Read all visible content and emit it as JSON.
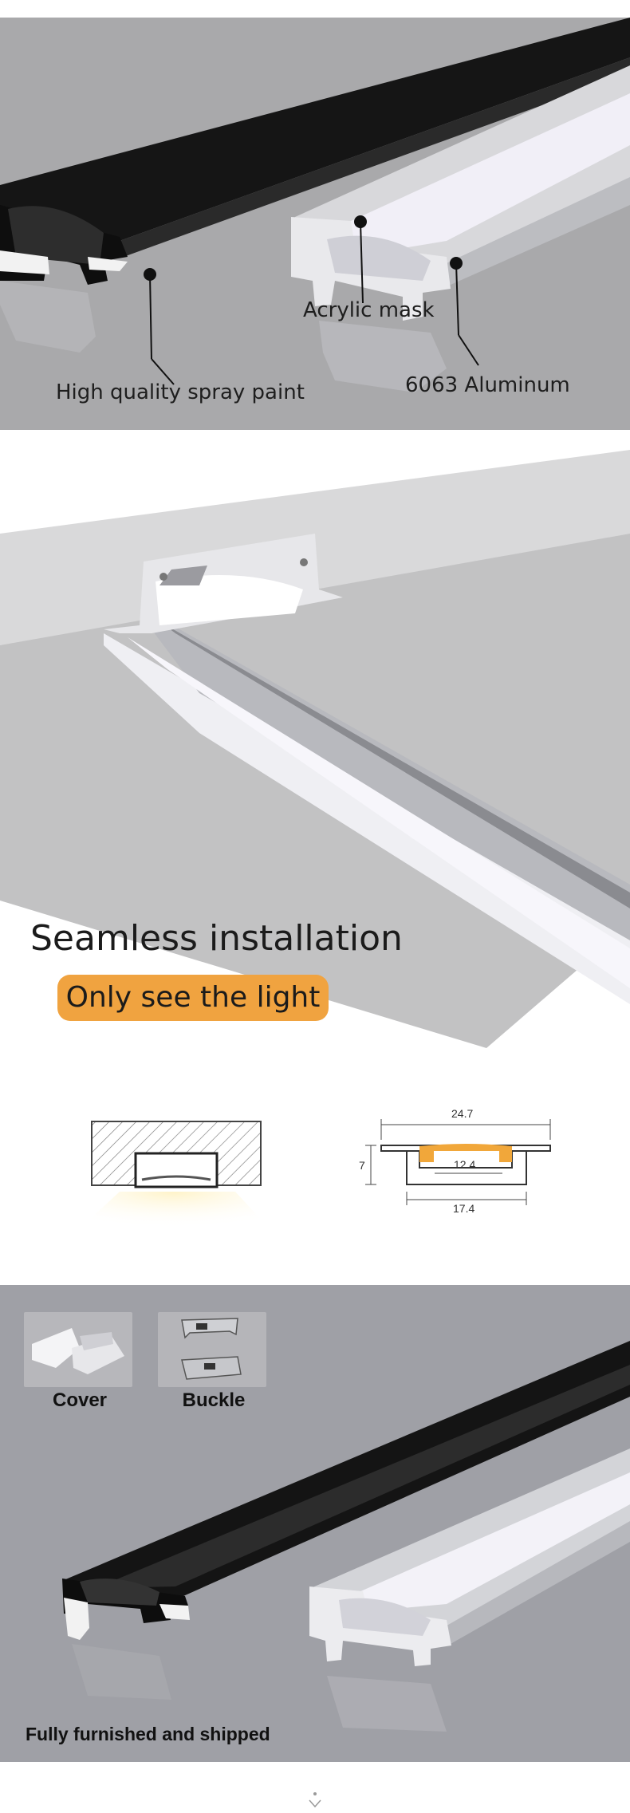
{
  "hero": {
    "labels": {
      "spray_paint": "High quality spray paint",
      "acrylic": "Acrylic mask",
      "aluminum": "6063 Aluminum"
    }
  },
  "install": {
    "title": "Seamless installation",
    "badge": "Only see the light"
  },
  "dimensions": {
    "width_top": "24.7",
    "inner": "12.4",
    "width_bottom": "17.4",
    "height": "7"
  },
  "accessories": {
    "cover_label": "Cover",
    "buckle_label": "Buckle",
    "shipped_label": "Fully furnished and shipped"
  },
  "colors": {
    "accent_orange": "#f0a340",
    "hero_bg": "#a9a9ab",
    "accessory_bg": "#9fa0a6",
    "profile_black": "#1a1a1a",
    "profile_silver": "#c9cacd"
  }
}
